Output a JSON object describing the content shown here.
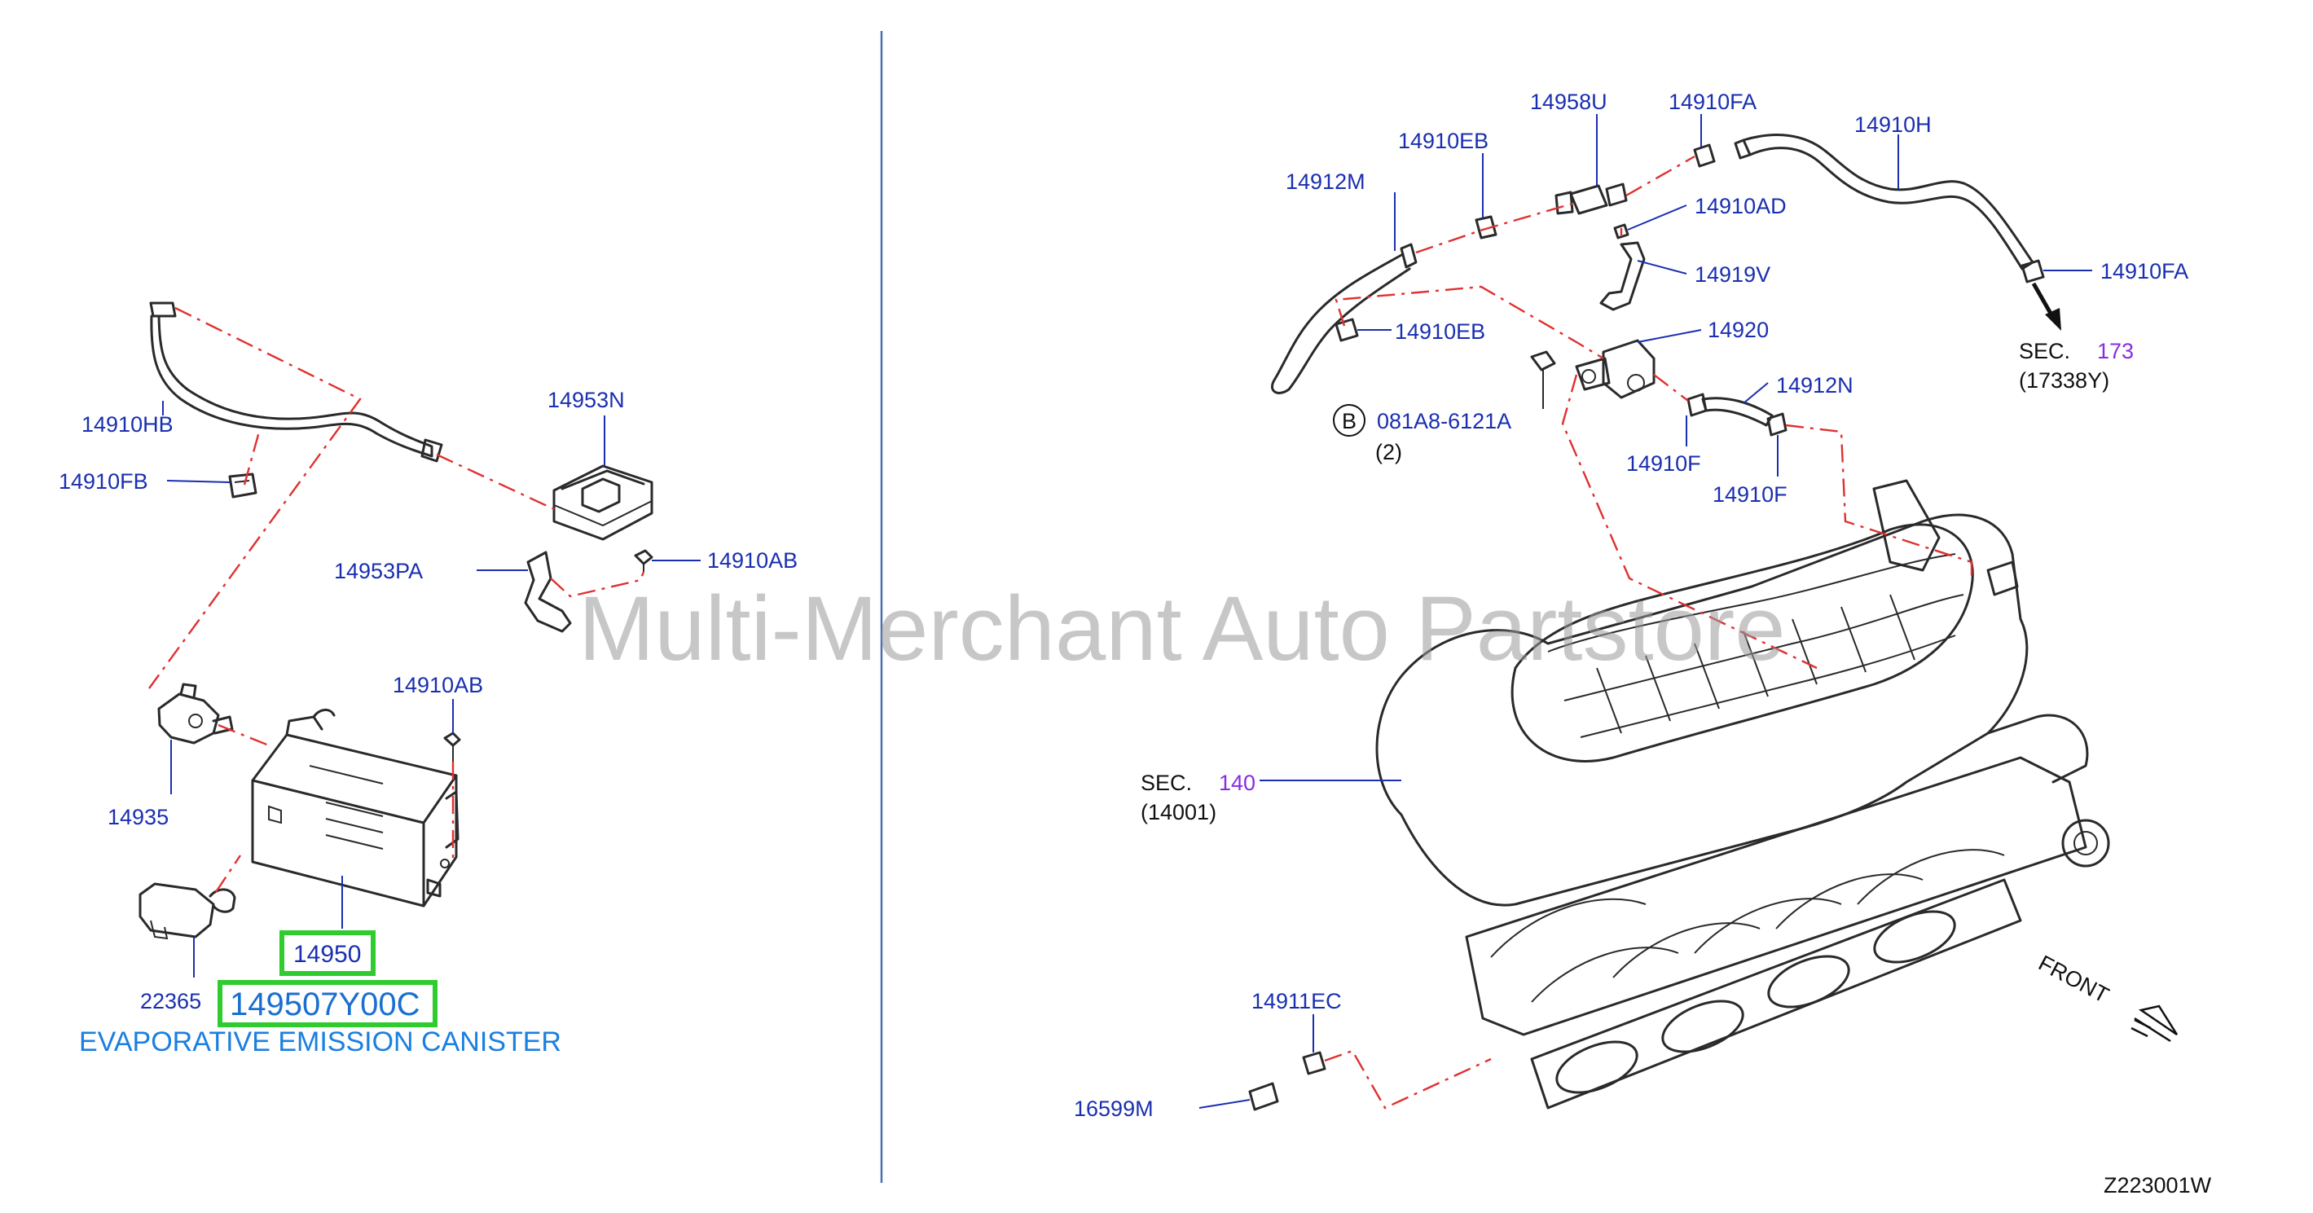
{
  "diagram": {
    "watermark": "Multi-Merchant Auto Partstore",
    "figure_code": "Z223001W",
    "highlight": {
      "part_number": "14950",
      "oem_number": "149507Y00C",
      "description": "EVAPORATIVE EMISSION CANISTER"
    },
    "left_labels": {
      "l14910HB": "14910HB",
      "l14910FB": "14910FB",
      "l14953N": "14953N",
      "l14953PA": "14953PA",
      "l14910AB_top": "14910AB",
      "l14910AB_mid": "14910AB",
      "l14935": "14935",
      "l22365": "22365"
    },
    "right_labels": {
      "l14958U": "14958U",
      "l14910FA_top": "14910FA",
      "l14910H": "14910H",
      "l14910EB_top": "14910EB",
      "l14912M": "14912M",
      "l14910AD": "14910AD",
      "l14919V": "14919V",
      "l14910FA_right": "14910FA",
      "l14910EB_mid": "14910EB",
      "l14920": "14920",
      "l14912N": "14912N",
      "l14910F_left": "14910F",
      "l14910F_right": "14910F",
      "l14911EC": "14911EC",
      "l16599M": "16599M",
      "bolt_badge": "B",
      "bolt_number": "081A8-6121A",
      "bolt_qty": "(2)"
    },
    "sections": {
      "sec_word_a": "SEC.",
      "sec_a_num": "173",
      "sec_a_ref": "(17338Y)",
      "sec_word_b": "SEC.",
      "sec_b_num": "140",
      "sec_b_ref": "(14001)"
    },
    "front_label": "FRONT",
    "colors": {
      "label_blue": "#1a2fb0",
      "dash_red": "#e03030",
      "highlight_green": "#2ecc2e",
      "sec_purple": "#8a2be2",
      "divider_blue": "#4a6fb0"
    }
  }
}
